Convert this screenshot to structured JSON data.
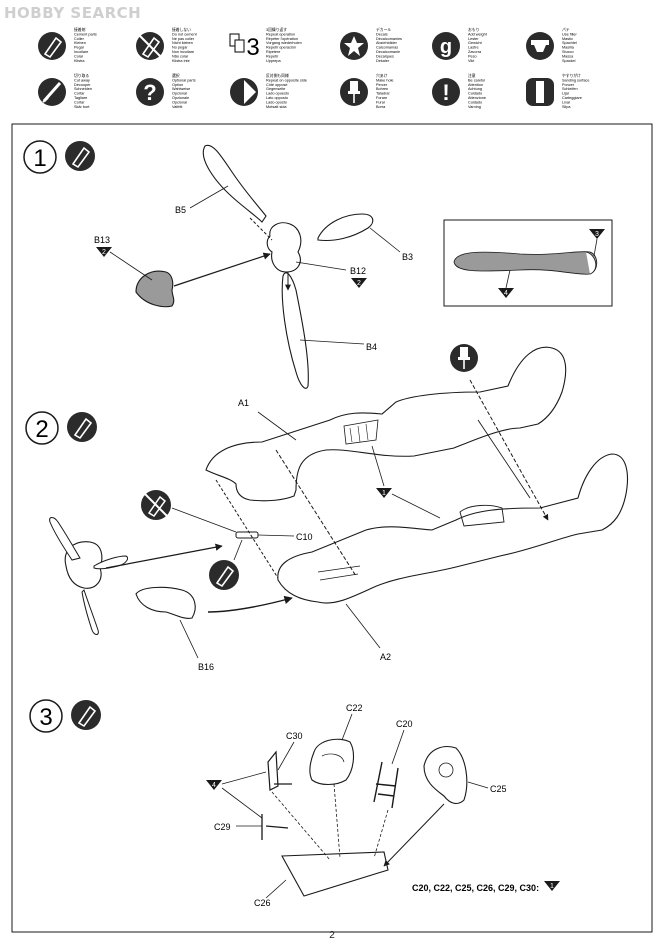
{
  "watermark": "HOBBY SEARCH",
  "page_number": "2",
  "legend": [
    {
      "icon": "cement-icon",
      "lines": [
        "接着剤",
        "Cement parts",
        "Coller",
        "Kleben",
        "Pegar",
        "Incollare",
        "Colar",
        "Klistra"
      ]
    },
    {
      "icon": "no-cement-icon",
      "lines": [
        "接着しない",
        "Do not cement",
        "Ne pas coller",
        "Nicht kleben",
        "No pegar",
        "Non incollare",
        "Não colar",
        "Klistra inte"
      ]
    },
    {
      "icon": "repeat-icon",
      "lines": [
        "3回繰り返す",
        "Repeat operation",
        "Répéter l'opération",
        "Vorgang wiederholen",
        "Repetir operación",
        "Ripetere",
        "Repetir",
        "Upprepa"
      ]
    },
    {
      "icon": "decal-star-icon",
      "lines": [
        "デカール",
        "Decals",
        "Décalcomanies",
        "Abziehbilder",
        "Calcomanías",
        "Decalcomanie",
        "Decalques",
        "Dekaler"
      ]
    },
    {
      "icon": "weight-icon",
      "lines": [
        "おもり",
        "Add weight",
        "Lester",
        "Gewicht",
        "Lastre",
        "Zavorra",
        "Peso",
        "Vikt"
      ]
    },
    {
      "icon": "apply-putty-icon",
      "lines": [
        "パテ",
        "Use filler",
        "Mastic",
        "Spachtel",
        "Masilla",
        "Stucco",
        "Massa",
        "Spackel"
      ]
    },
    {
      "icon": "cut-icon",
      "lines": [
        "切り取る",
        "Cut away",
        "Découper",
        "Schneiden",
        "Cortar",
        "Tagliare",
        "Cortar",
        "Skär bort"
      ]
    },
    {
      "icon": "optional-icon",
      "lines": [
        "選択",
        "Optional parts",
        "Option",
        "Wahlweise",
        "Opcional",
        "Opzionale",
        "Opcional",
        "Valfritt"
      ]
    },
    {
      "icon": "opposite-side-icon",
      "lines": [
        "反対側も同様",
        "Repeat on opposite side",
        "Côté opposé",
        "Gegenseite",
        "Lado opuesto",
        "Lato opposto",
        "Lado oposto",
        "Motsatt sida"
      ]
    },
    {
      "icon": "drill-icon",
      "lines": [
        "穴あけ",
        "Make hole",
        "Percer",
        "Bohren",
        "Taladrar",
        "Forare",
        "Furar",
        "Borra"
      ]
    },
    {
      "icon": "caution-icon",
      "lines": [
        "注意",
        "Be careful",
        "Attention",
        "Achtung",
        "Cuidado",
        "Attenzione",
        "Cuidado",
        "Varning"
      ]
    },
    {
      "icon": "sand-icon",
      "lines": [
        "やすりがけ",
        "Sanding surface",
        "Poncer",
        "Schleifen",
        "Lijar",
        "Carteggiare",
        "Lixar",
        "Slipa"
      ]
    }
  ],
  "repeat_number": "3",
  "weight_letter": "g",
  "steps": [
    {
      "number": "1",
      "labels": [
        "B5",
        "B13",
        "B3",
        "B12",
        "B4"
      ],
      "callout_numbers": [
        "2",
        "2"
      ],
      "inset_numbers": [
        "3",
        "4"
      ]
    },
    {
      "number": "2",
      "labels": [
        "A1",
        "C10",
        "B16",
        "A2"
      ],
      "callout_numbers": [
        "1"
      ]
    },
    {
      "number": "3",
      "labels": [
        "C22",
        "C20",
        "C30",
        "C25",
        "C29",
        "C26"
      ],
      "callout_numbers": [
        "4"
      ],
      "paint_note": "C20, C22, C25, C26, C29, C30:",
      "paint_note_number": "1"
    }
  ],
  "colors": {
    "ink": "#1a1a1a",
    "icon_fill": "#2b2b2b",
    "part_gray": "#9a9a9a",
    "watermark": "#cfcfcf"
  }
}
